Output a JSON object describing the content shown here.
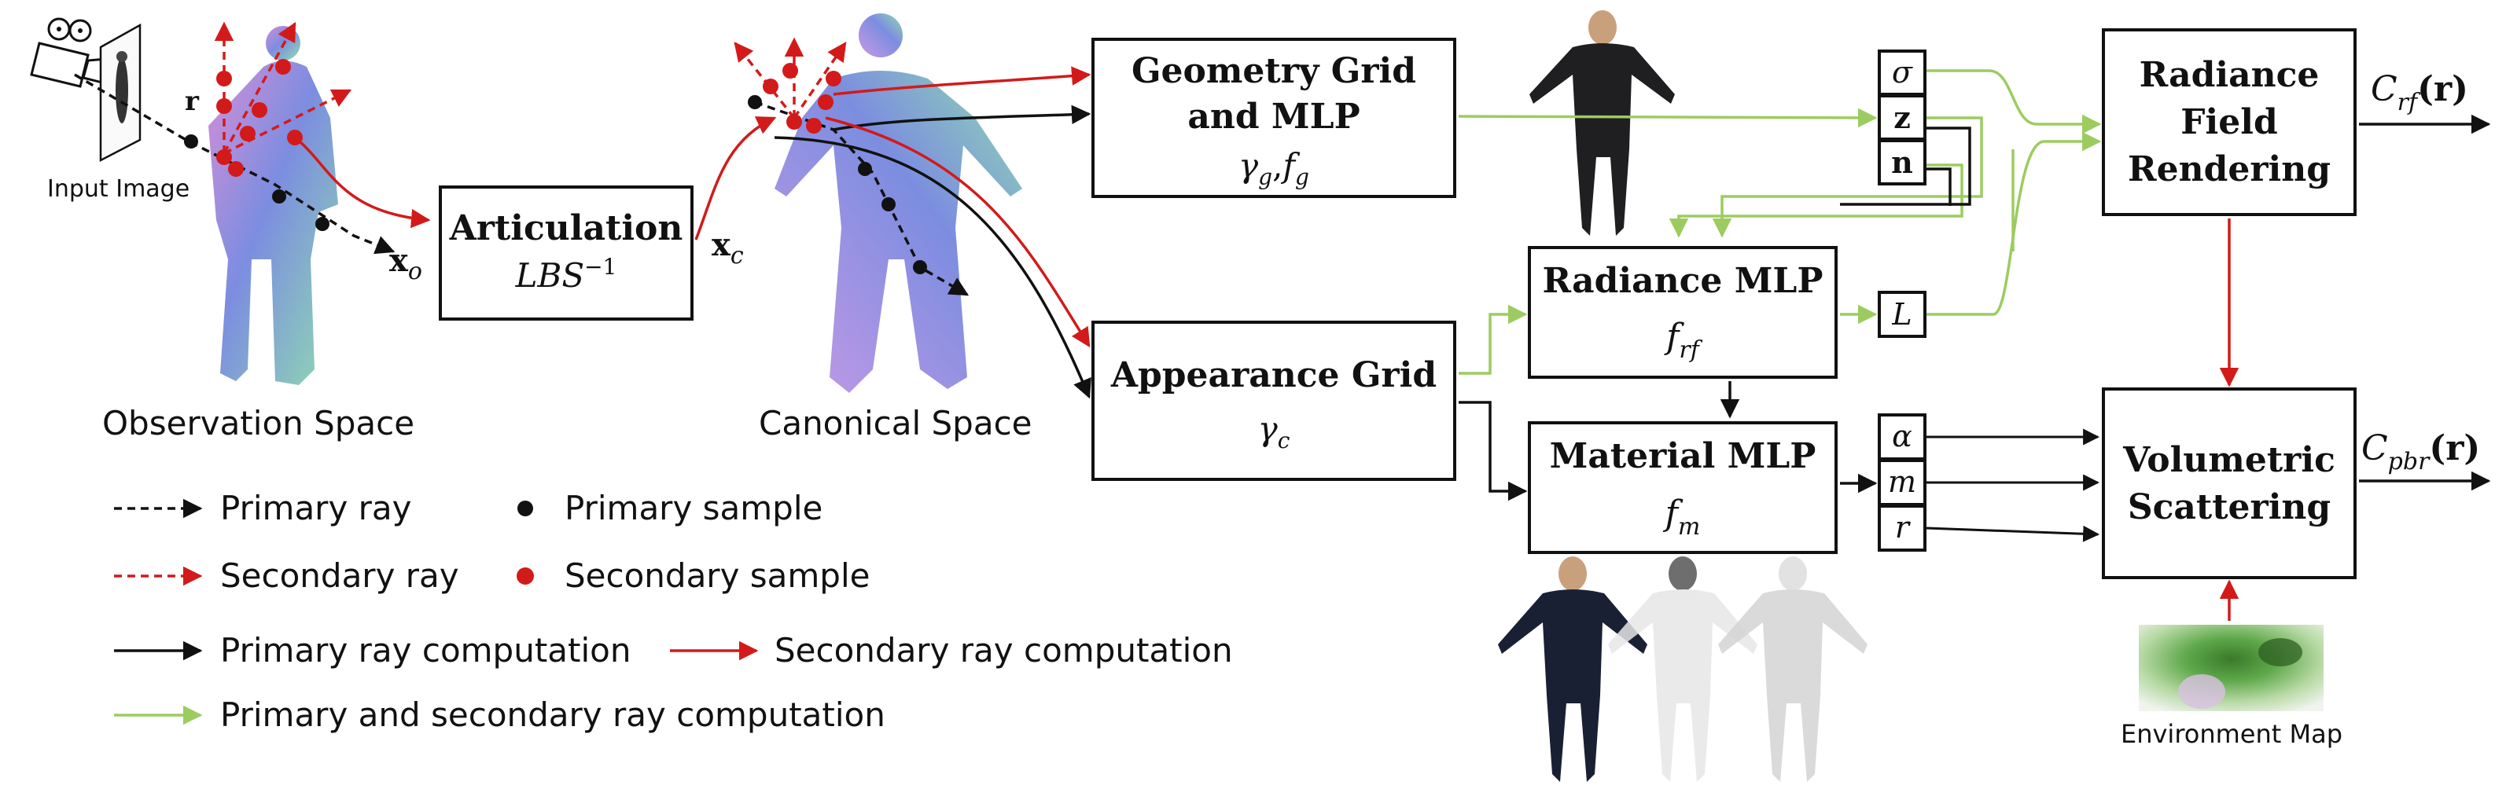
{
  "labels": {
    "input_image": "Input Image",
    "observation_space": "Observation Space",
    "canonical_space": "Canonical Space",
    "environment_map": "Environment Map",
    "ray_r": "r",
    "x_o": "x",
    "x_o_sub": "o",
    "x_c": "x",
    "x_c_sub": "c"
  },
  "boxes": {
    "articulation": {
      "line1": "Articulation",
      "math": "LBS",
      "sup": "−1"
    },
    "geometry": {
      "line1": "Geometry Grid",
      "line2": "and MLP",
      "math1": "γ",
      "sub1": "g",
      "comma": ",",
      "math2": "f",
      "sub2": "g"
    },
    "appearance": {
      "line1": "Appearance Grid",
      "math": "γ",
      "sub": "c"
    },
    "radiance_mlp": {
      "line1": "Radiance MLP",
      "math": "f",
      "sub": "rf"
    },
    "material_mlp": {
      "line1": "Material MLP",
      "math": "f",
      "sub": "m"
    },
    "radiance_field": {
      "line1": "Radiance",
      "line2": "Field",
      "line3": "Rendering"
    },
    "volumetric": {
      "line1": "Volumetric",
      "line2": "Scattering"
    }
  },
  "small_boxes": {
    "sigma": "σ",
    "z": "z",
    "n": "n",
    "L": "L",
    "alpha": "α",
    "m": "m",
    "r": "r"
  },
  "outputs": {
    "crf": {
      "main": "C",
      "sub": "rf",
      "arg": "(r)"
    },
    "cpbr": {
      "main": "C",
      "sub": "pbr",
      "arg": "(r)"
    }
  },
  "legend": {
    "primary_ray": "Primary ray",
    "secondary_ray": "Secondary ray",
    "primary_sample": "Primary sample",
    "secondary_sample": "Secondary sample",
    "primary_ray_computation": "Primary ray computation",
    "secondary_ray_computation": "Secondary ray computation",
    "both_ray_computation": "Primary and secondary ray computation"
  },
  "colors": {
    "black": "#111111",
    "red": "#d31a1a",
    "green": "#9ccc5f",
    "figure_blue": "#7c8de0",
    "figure_pink": "#d48fd8",
    "figure_green": "#8fdcb0"
  }
}
